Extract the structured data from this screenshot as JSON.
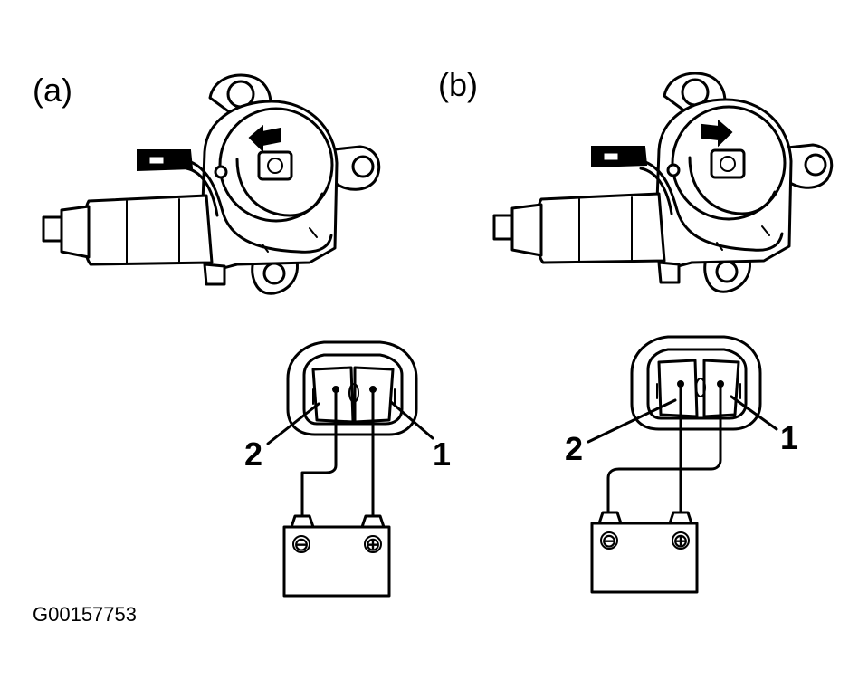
{
  "panels": [
    {
      "id": "a",
      "label": "(a)",
      "rotation": "counter-clockwise",
      "pin_left_label": "2",
      "pin_right_label": "1",
      "pin_left_terminal": "⊖",
      "pin_right_terminal": "⊕"
    },
    {
      "id": "b",
      "label": "(b)",
      "rotation": "clockwise",
      "pin_left_label": "2",
      "pin_right_label": "1",
      "pin_left_terminal": "⊕",
      "pin_right_terminal": "⊖"
    }
  ],
  "battery": {
    "negative_symbol": "⊖",
    "positive_symbol": "⊕"
  },
  "figure_code": "G00157753"
}
